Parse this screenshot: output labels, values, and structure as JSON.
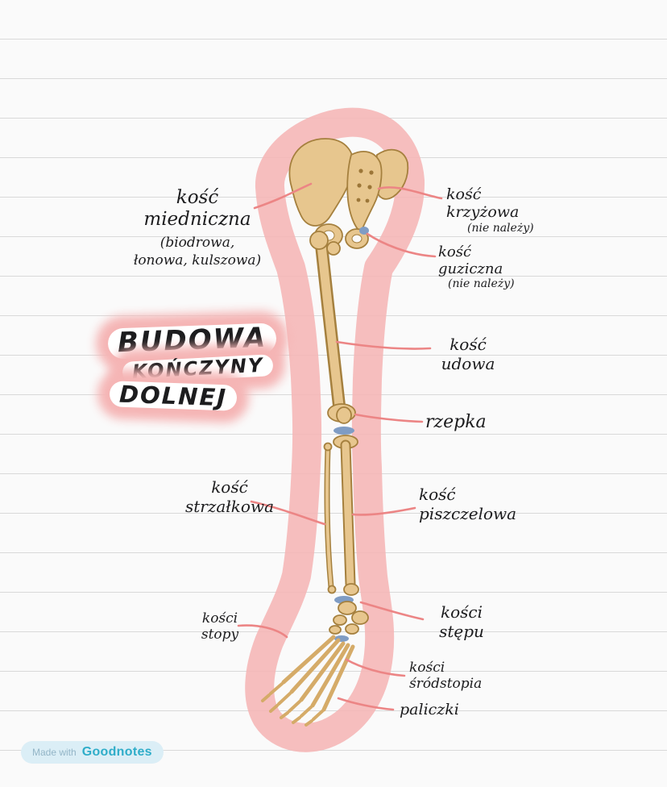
{
  "title": {
    "line1": "BUDOWA",
    "line2": "KOŃCZYNY",
    "line3": "DOLNEJ"
  },
  "labels": {
    "pelvis": {
      "main": "kość\nmiedniczna",
      "sub": "(biodrowa,\nłonowa, kulszowa)"
    },
    "sacrum": {
      "main": "kość\nkrzyżowa",
      "sub": "(nie należy)"
    },
    "coccyx": {
      "main": "kość\nguziczna",
      "sub": "(nie należy)"
    },
    "femur": {
      "main": "kość\nudowa"
    },
    "patella": {
      "main": "rzepka"
    },
    "fibula": {
      "main": "kość\nstrzałkowa"
    },
    "tibia": {
      "main": "kość\npiszczelowa"
    },
    "foot": {
      "main": "kości\nstopy"
    },
    "tarsus": {
      "main": "kości\nstępu"
    },
    "metatarsus": {
      "main": "kości\nśródstopia"
    },
    "phalanges": {
      "main": "paliczki"
    }
  },
  "badge": {
    "made_with": "Made with",
    "brand": "Goodnotes"
  },
  "colors": {
    "paper": "#fafafa",
    "rule": "#d9d9d9",
    "ink": "#1c1c1e",
    "hl": "#f5b5b5",
    "leader": "#ec8585",
    "bone": "#e7c68e",
    "bone-mid": "#d5ab68",
    "bone-edge": "#a5803e",
    "joint": "#7f9cc4",
    "badge-bg": "#dbeef6",
    "badge-text": "#93b5c7",
    "badge-brand": "#2fadc9"
  }
}
